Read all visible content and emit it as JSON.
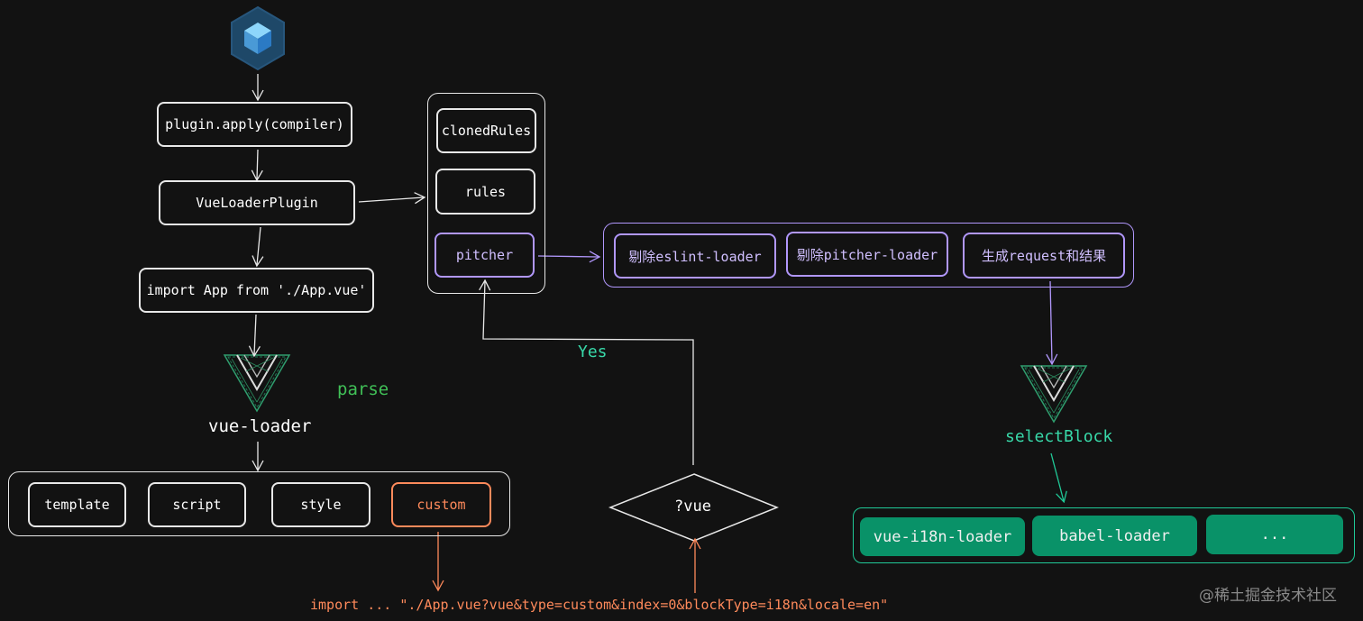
{
  "flow": {
    "plugin_apply": "plugin.apply(compiler)",
    "vue_loader_plugin": "VueLoaderPlugin",
    "import_app": "import App from './App.vue'",
    "vue_loader": "vue-loader",
    "parse": "parse"
  },
  "rules_group": {
    "cloned_rules": "clonedRules",
    "rules": "rules",
    "pitcher": "pitcher"
  },
  "pitcher_steps": [
    "剔除eslint-loader",
    "剔除pitcher-loader",
    "生成request和结果"
  ],
  "blocks": [
    "template",
    "script",
    "style",
    "custom"
  ],
  "decision": {
    "label": "?vue",
    "yes": "Yes"
  },
  "request_text": "import ... \"./App.vue?vue&type=custom&index=0&blockType=i18n&locale=en\"",
  "select_block": "selectBlock",
  "loaders": [
    "vue-i18n-loader",
    "babel-loader",
    "..."
  ],
  "watermark": "@稀土掘金技术社区",
  "colors": {
    "background": "#121212",
    "purple": "#b197fc",
    "orange": "#ff8a5b",
    "green": "#099268",
    "green_text": "#38d9a9"
  },
  "icons": [
    "webpack-cube-icon",
    "vue-logo-icon"
  ]
}
